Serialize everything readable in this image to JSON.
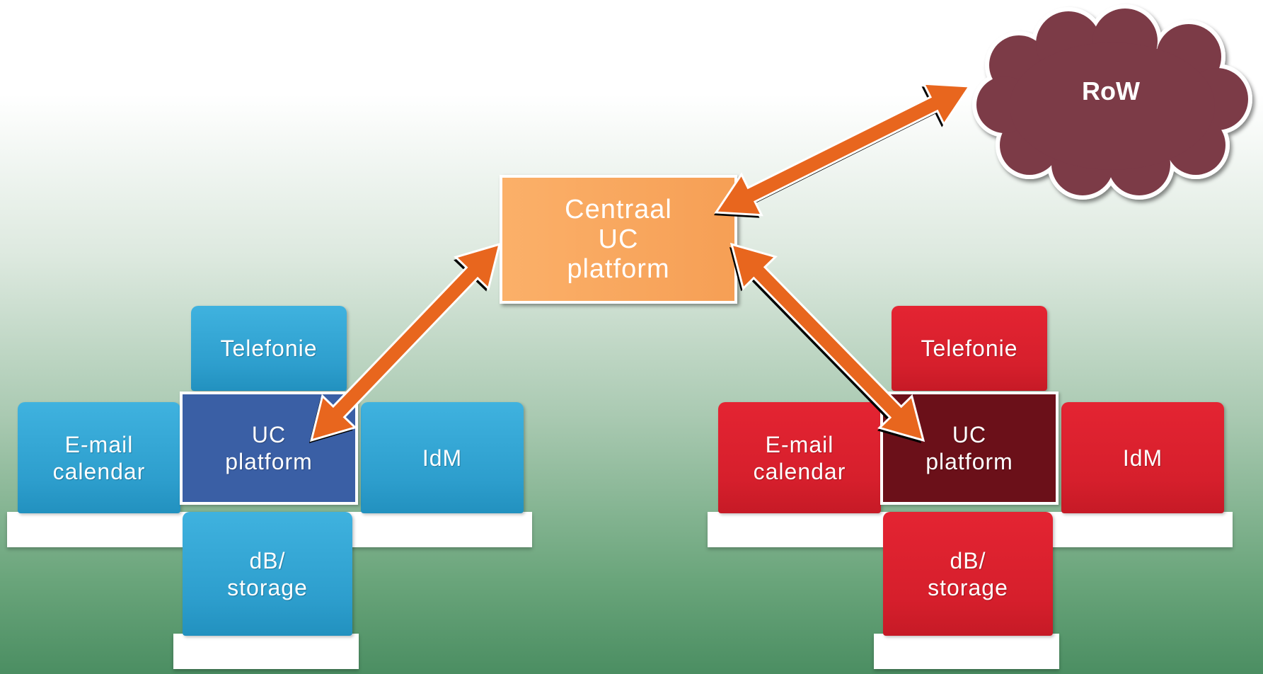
{
  "central": {
    "label": "Centraal\nUC\nplatform"
  },
  "cloud": {
    "label": "RoW"
  },
  "left_cluster": {
    "top": "Telefonie",
    "left": "E-mail\ncalendar",
    "center": "UC\nplatform",
    "right": "IdM",
    "bottom": "dB/\nstorage"
  },
  "right_cluster": {
    "top": "Telefonie",
    "left": "E-mail\ncalendar",
    "center": "UC\nplatform",
    "right": "IdM",
    "bottom": "dB/\nstorage"
  },
  "colors": {
    "arrow": "#e8661e",
    "cloud": "#7b3a47",
    "central": "#f9a35d",
    "blue_key": "#2d9ecd",
    "blue_center": "#3a5fa5",
    "red_key": "#d61f2c",
    "red_center": "#6b1019"
  }
}
